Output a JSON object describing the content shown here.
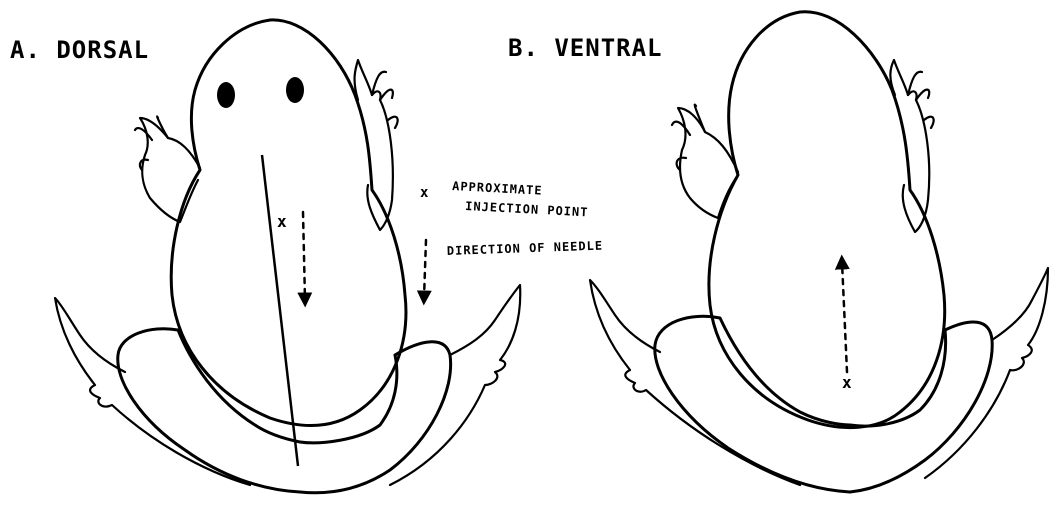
{
  "panels": [
    {
      "id": "dorsal",
      "label": "A. DORSAL"
    },
    {
      "id": "ventral",
      "label": "B. VENTRAL"
    }
  ],
  "legend": {
    "x_marker": "x",
    "x_text_line1": "APPROXIMATE",
    "x_text_line2": "INJECTION POINT",
    "arrow_text": "DIRECTION OF NEEDLE"
  },
  "markers": {
    "dorsal_x": "x",
    "ventral_x": "x"
  }
}
